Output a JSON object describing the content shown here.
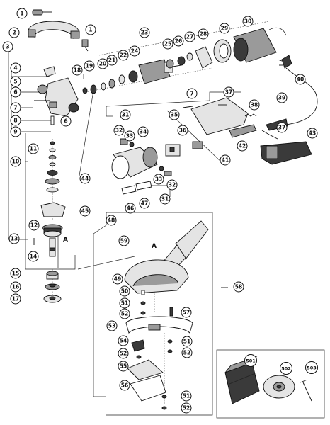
{
  "diagram": {
    "part_numbers": [
      "1",
      "2",
      "3",
      "4",
      "5",
      "6",
      "7",
      "8",
      "9",
      "10",
      "11",
      "12",
      "13",
      "14",
      "15",
      "16",
      "17",
      "18",
      "19",
      "20",
      "21",
      "22",
      "23",
      "24",
      "25",
      "26",
      "27",
      "28",
      "29",
      "30",
      "31",
      "32",
      "33",
      "34",
      "35",
      "36",
      "37",
      "38",
      "39",
      "40",
      "41",
      "42",
      "43",
      "44",
      "45",
      "46",
      "47",
      "48",
      "49",
      "50",
      "51",
      "52",
      "53",
      "54",
      "55",
      "56",
      "57",
      "58",
      "59",
      "501",
      "502",
      "503"
    ],
    "labels": [
      {
        "id": "1",
        "text": "1"
      },
      {
        "id": "2",
        "text": "2"
      },
      {
        "id": "1b",
        "text": "1"
      },
      {
        "id": "3",
        "text": "3"
      },
      {
        "id": "4",
        "text": "4"
      },
      {
        "id": "5",
        "text": "5"
      },
      {
        "id": "6a",
        "text": "6"
      },
      {
        "id": "7a",
        "text": "7"
      },
      {
        "id": "8",
        "text": "8"
      },
      {
        "id": "9",
        "text": "9"
      },
      {
        "id": "6b",
        "text": "6"
      },
      {
        "id": "10",
        "text": "10"
      },
      {
        "id": "11",
        "text": "11"
      },
      {
        "id": "12",
        "text": "12"
      },
      {
        "id": "13",
        "text": "13"
      },
      {
        "id": "14",
        "text": "14"
      },
      {
        "id": "15",
        "text": "15"
      },
      {
        "id": "16",
        "text": "16"
      },
      {
        "id": "17",
        "text": "17"
      },
      {
        "id": "18",
        "text": "18"
      },
      {
        "id": "19",
        "text": "19"
      },
      {
        "id": "20",
        "text": "20"
      },
      {
        "id": "21",
        "text": "21"
      },
      {
        "id": "22",
        "text": "22"
      },
      {
        "id": "23",
        "text": "23"
      },
      {
        "id": "24",
        "text": "24"
      },
      {
        "id": "25",
        "text": "25"
      },
      {
        "id": "26",
        "text": "26"
      },
      {
        "id": "27",
        "text": "27"
      },
      {
        "id": "28",
        "text": "28"
      },
      {
        "id": "29",
        "text": "29"
      },
      {
        "id": "30",
        "text": "30"
      },
      {
        "id": "31a",
        "text": "31"
      },
      {
        "id": "32a",
        "text": "32"
      },
      {
        "id": "33a",
        "text": "33"
      },
      {
        "id": "34",
        "text": "34"
      },
      {
        "id": "35",
        "text": "35"
      },
      {
        "id": "36",
        "text": "36"
      },
      {
        "id": "7b",
        "text": "7"
      },
      {
        "id": "37a",
        "text": "37"
      },
      {
        "id": "38",
        "text": "38"
      },
      {
        "id": "39",
        "text": "39"
      },
      {
        "id": "40",
        "text": "40"
      },
      {
        "id": "37b",
        "text": "37"
      },
      {
        "id": "43",
        "text": "43"
      },
      {
        "id": "42",
        "text": "42"
      },
      {
        "id": "41",
        "text": "41"
      },
      {
        "id": "44",
        "text": "44"
      },
      {
        "id": "45",
        "text": "45"
      },
      {
        "id": "33b",
        "text": "33"
      },
      {
        "id": "32b",
        "text": "32"
      },
      {
        "id": "31b",
        "text": "31"
      },
      {
        "id": "46",
        "text": "46"
      },
      {
        "id": "47",
        "text": "47"
      },
      {
        "id": "48",
        "text": "48"
      },
      {
        "id": "59",
        "text": "59"
      },
      {
        "id": "49",
        "text": "49"
      },
      {
        "id": "50",
        "text": "50"
      },
      {
        "id": "51a",
        "text": "51"
      },
      {
        "id": "52a",
        "text": "52"
      },
      {
        "id": "53",
        "text": "53"
      },
      {
        "id": "57",
        "text": "57"
      },
      {
        "id": "58",
        "text": "58"
      },
      {
        "id": "54",
        "text": "54"
      },
      {
        "id": "52b",
        "text": "52"
      },
      {
        "id": "51b",
        "text": "51"
      },
      {
        "id": "52c",
        "text": "52"
      },
      {
        "id": "55",
        "text": "55"
      },
      {
        "id": "56",
        "text": "56"
      },
      {
        "id": "51c",
        "text": "51"
      },
      {
        "id": "52d",
        "text": "52"
      },
      {
        "id": "501",
        "text": "501"
      },
      {
        "id": "502",
        "text": "502"
      },
      {
        "id": "503",
        "text": "503"
      }
    ],
    "reference_markers": [
      {
        "id": "A1",
        "text": "A"
      },
      {
        "id": "A2",
        "text": "A"
      }
    ]
  }
}
